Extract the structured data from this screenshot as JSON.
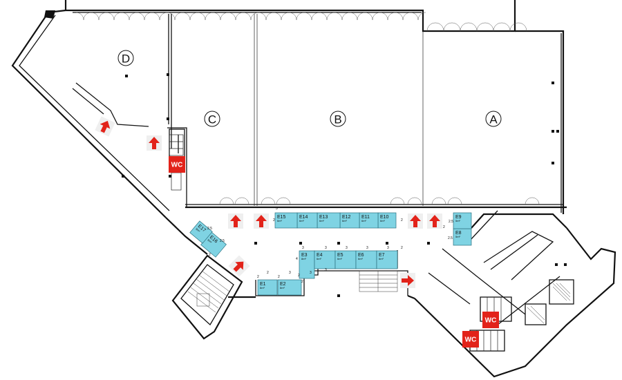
{
  "halls": [
    {
      "letter": "A"
    },
    {
      "letter": "B"
    },
    {
      "letter": "C"
    },
    {
      "letter": "D"
    }
  ],
  "wc": [
    {
      "label": "WC"
    },
    {
      "label": "WC"
    },
    {
      "label": "WC"
    }
  ],
  "booths": [
    {
      "id": "E1",
      "size": "8m²"
    },
    {
      "id": "E2",
      "size": "8m²"
    },
    {
      "id": "E3",
      "size": "8m²"
    },
    {
      "id": "E4",
      "size": "6m²"
    },
    {
      "id": "E5",
      "size": "6m²"
    },
    {
      "id": "E6",
      "size": "6m²"
    },
    {
      "id": "E7",
      "size": "6m²"
    },
    {
      "id": "E8",
      "size": "5m²"
    },
    {
      "id": "E9",
      "size": "5m²"
    },
    {
      "id": "E10",
      "size": "6m²"
    },
    {
      "id": "E11",
      "size": "6m²"
    },
    {
      "id": "E12",
      "size": "6m²"
    },
    {
      "id": "E13",
      "size": "6m²"
    },
    {
      "id": "E14",
      "size": "6m²"
    },
    {
      "id": "E15",
      "size": "6m²"
    },
    {
      "id": "E16",
      "size": "5m²"
    },
    {
      "id": "E17",
      "size": "5m²"
    }
  ],
  "dimensions": [
    "2",
    "2",
    "2",
    "3",
    "3",
    "3",
    "3",
    "3",
    "3",
    "2",
    "2",
    "2",
    "2.5",
    "2.5",
    "2.5",
    "2.5",
    "4",
    "2",
    "2",
    "3",
    "3",
    "3",
    "2",
    "2"
  ],
  "icons": {
    "direction_arrow": "red-arrow-icon",
    "restroom": "wc-sign-icon"
  },
  "colors": {
    "booth_fill": "#7fd3e3",
    "wc_sign": "#e2231a",
    "arrow": "#e2231a"
  }
}
